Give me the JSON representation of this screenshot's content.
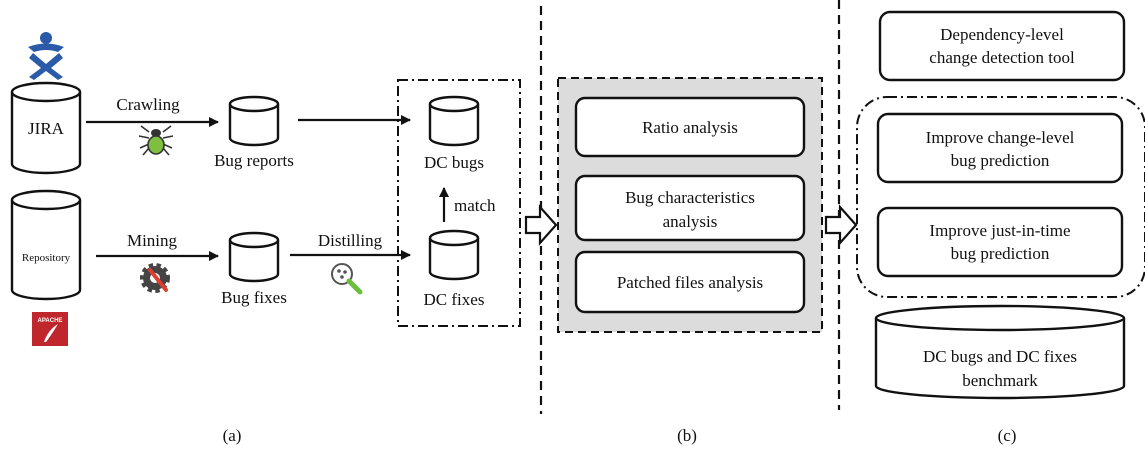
{
  "panel_a": {
    "jira_label": "JIRA",
    "repository_label": "Repository",
    "apache_text": "APACHE",
    "crawling_label": "Crawling",
    "mining_label": "Mining",
    "distilling_label": "Distilling",
    "bug_reports_label": "Bug reports",
    "bug_fixes_label": "Bug fixes",
    "dc_bugs_label": "DC bugs",
    "dc_fixes_label": "DC fixes",
    "match_label": "match",
    "caption": "(a)"
  },
  "panel_b": {
    "items": [
      "Ratio analysis",
      "Bug characteristics",
      "analysis",
      "Patched files analysis"
    ],
    "caption": "(b)"
  },
  "panel_c": {
    "tool_line1": "Dependency-level",
    "tool_line2": "change detection tool",
    "change_pred_line1": "Improve change-level",
    "change_pred_line2": "bug prediction",
    "jit_pred_line1": "Improve just-in-time",
    "jit_pred_line2": "bug prediction",
    "benchmark_line1": "DC bugs and DC fixes",
    "benchmark_line2": "benchmark",
    "caption": "(c)"
  },
  "colors": {
    "jira_blue": "#2a5aa8",
    "spider_green": "#7fbf3f",
    "apache_red": "#c0272d",
    "gear_dark": "#444444",
    "wrench_red": "#d9412c",
    "magnifier_green": "#6cbf3c",
    "panel_b_fill": "#dcdcdc"
  }
}
